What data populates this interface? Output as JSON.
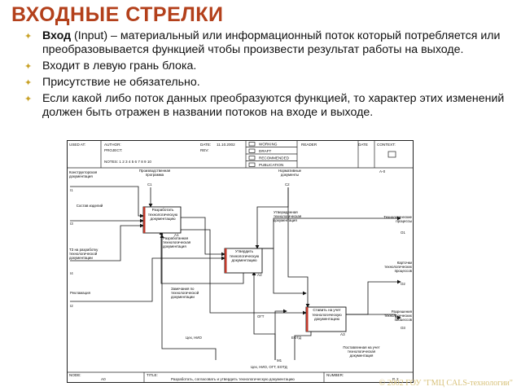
{
  "slide": {
    "title": "ВХОДНЫЕ СТРЕЛКИ",
    "bullets": [
      {
        "marker": "✦",
        "bold": "Вход",
        "text": " (Input) – материальный или информационный поток который потребляется или преобразовывается функцией чтобы произвести результат работы на выходе."
      },
      {
        "marker": "✦",
        "bold": "",
        "text": "Входит в левую грань блока."
      },
      {
        "marker": "✦",
        "bold": "",
        "text": "Присутствие не обязательно."
      },
      {
        "marker": "✦",
        "bold": "",
        "text": "Если какой либо поток данных преобразуются функцией, то характер этих изменений должен быть отражен в названии потоков на входе и выходе."
      }
    ],
    "footer": "© 2002 ГОУ \"ГМЦ CALS-технологии\""
  },
  "diagram": {
    "header": {
      "used_at": "USED AT:",
      "author": "AUTHOR:",
      "project": "PROJECT:",
      "date_label": "DATE:",
      "date_value": "11.10.2002",
      "rev": "REV:",
      "notes": "NOTES: 1 2 3 4 5 6 7 8 9 10",
      "working": "WORKING",
      "draft": "DRAFT",
      "recommended": "RECOMMENDED",
      "publication": "PUBLICATION",
      "reader": "READER",
      "date2": "DATE",
      "context": "CONTEXT:",
      "page_code": "A-0"
    },
    "controls": [
      {
        "label": "Производственная программа",
        "code": "C1"
      },
      {
        "label": "Нормативные документы",
        "code": "C2"
      }
    ],
    "inputs": [
      {
        "label": "Конструкторская документация",
        "code": "I1"
      },
      {
        "label": "Состав изделий",
        "code": "I3"
      },
      {
        "label": "ТЗ на разработку технологической документации",
        "code": "I4"
      },
      {
        "label": "Рекламация",
        "code": "I2"
      }
    ],
    "blocks": [
      {
        "label": "Разработать технологическую документацию",
        "code": "A1"
      },
      {
        "label": "Утвердить технологическую документацию",
        "code": "A2"
      },
      {
        "label": "Ставить на учет технологическую документацию",
        "code": "A3"
      }
    ],
    "internal_labels": {
      "developed": "Разработанная технологическая документация",
      "approved": "Утвержденная технологическая документация",
      "remarks": "Замечания по технологической документации",
      "registered": "Поставленная на учет технологическая документация",
      "ogt": "ОГТ",
      "ceh_nio": "Цех, НИО",
      "eotd": "ЕОТД",
      "m1": "M1",
      "mech": "Цех, НИО, ОГТ, ЕОТД"
    },
    "outputs": [
      {
        "label": "Технологические процессы",
        "code": "O1"
      },
      {
        "label": "Карточки технологических процессов",
        "code": "O2"
      },
      {
        "label": "Разрешения технологических процессов",
        "code": "O3"
      }
    ],
    "footer": {
      "node_label": "NODE:",
      "node_value": "A0",
      "title_label": "TITLE:",
      "title_value": "Разработать, согласовать и утвердить технологическую документацию",
      "number_label": "NUMBER:",
      "number_value": "P. 2"
    }
  }
}
